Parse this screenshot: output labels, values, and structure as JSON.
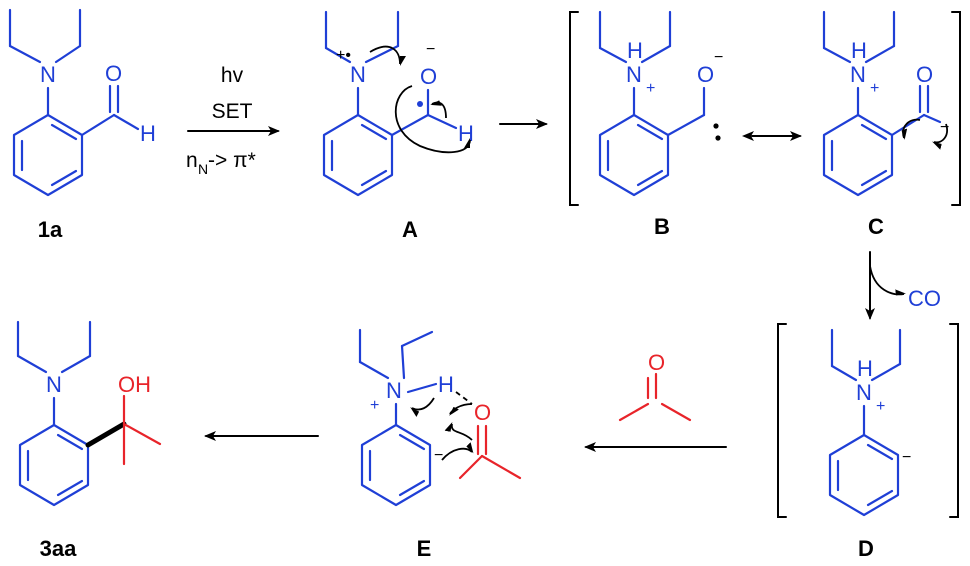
{
  "labels": {
    "compound_1a": "1a",
    "compound_A": "A",
    "compound_B": "B",
    "compound_C": "C",
    "compound_D": "D",
    "compound_E": "E",
    "compound_3aa": "3aa"
  },
  "conditions": {
    "line1": "hv",
    "line2": "SET",
    "line3_main": "n",
    "line3_sub": "N",
    "line3_rest": " -> π*"
  },
  "byproduct": "CO",
  "atoms": {
    "N": "N",
    "O": "O",
    "H": "H",
    "OH": "OH",
    "plus": "+",
    "minus": "−",
    "radical_plus": "+•"
  },
  "colors": {
    "substrate": "#1f3fd6",
    "acetone": "#e8242a",
    "arrows": "#000000"
  }
}
